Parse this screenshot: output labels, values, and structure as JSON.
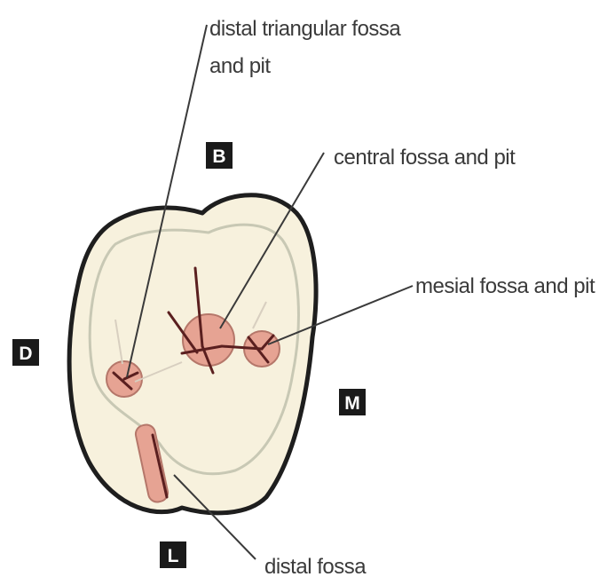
{
  "labels": {
    "distal_triangular_fossa_line1": "distal triangular fossa",
    "distal_triangular_fossa_line2": "and pit",
    "central_fossa": "central fossa and pit",
    "mesial_fossa": "mesial fossa and pit",
    "distal_fossa": "distal fossa"
  },
  "orientation": {
    "buccal": "B",
    "distal": "D",
    "mesial": "M",
    "lingual": "L"
  },
  "colors": {
    "tooth_fill": "#f7f1dd",
    "outline": "#1e1e1e",
    "inner_ridge": "#c8c8b4",
    "fossa_fill": "#e6a393",
    "groove": "#5a1f1f",
    "leader_line": "#3a3a3a",
    "badge": "#1a1a1a"
  }
}
